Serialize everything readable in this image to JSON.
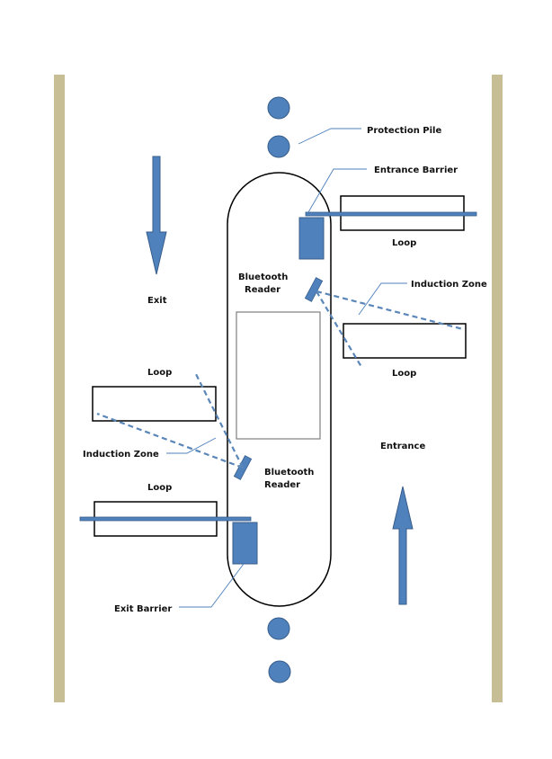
{
  "labels": {
    "protection_pile": "Protection Pile",
    "entrance_barrier": "Entrance Barrier",
    "loop_top_right": "Loop",
    "bluetooth_top_line1": "Bluetooth",
    "bluetooth_top_line2": "Reader",
    "induction_zone_right": "Induction Zone",
    "loop_mid_right": "Loop",
    "exit": "Exit",
    "loop_mid_left": "Loop",
    "induction_zone_left": "Induction Zone",
    "bluetooth_bottom_line1": "Bluetooth",
    "bluetooth_bottom_line2": "Reader",
    "loop_bottom_left": "Loop",
    "entrance": "Entrance",
    "exit_barrier": "Exit Barrier"
  },
  "colors": {
    "wall": "#C8BE96",
    "fill": "#4F81BD",
    "stroke": "#385D8A",
    "dashed": "#5A86B8",
    "leader": "#4F81BD",
    "text": "#111111"
  }
}
